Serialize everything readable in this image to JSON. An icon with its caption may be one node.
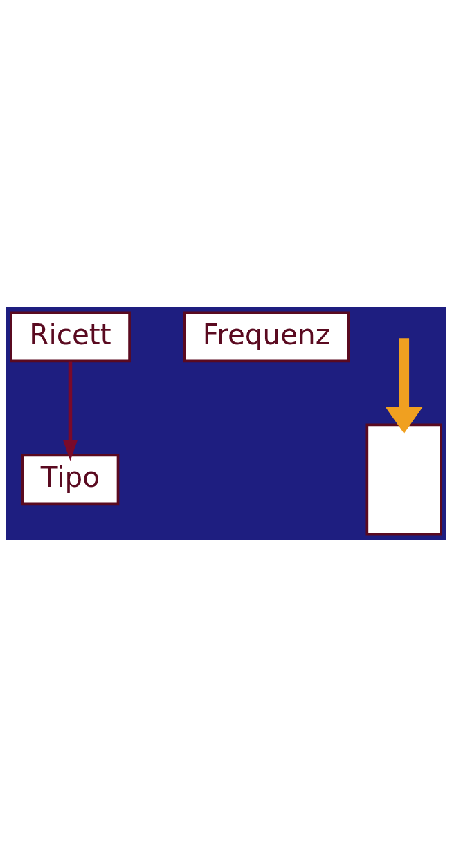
{
  "diagram": {
    "nodes": [
      {
        "text": [
          "Ricett"
        ]
      },
      {
        "text": [
          "Tipo"
        ]
      },
      {
        "text": [
          "Frequenz"
        ]
      },
      {
        "text": [],
        "shape": "box"
      }
    ],
    "edges": [
      {
        "from": 0,
        "to": 1,
        "arrow": "to",
        "color": "#7a0a2a"
      },
      {
        "from": null,
        "to": 3,
        "arrow": "to",
        "style": "thick",
        "color": "#f0a020"
      }
    ]
  }
}
